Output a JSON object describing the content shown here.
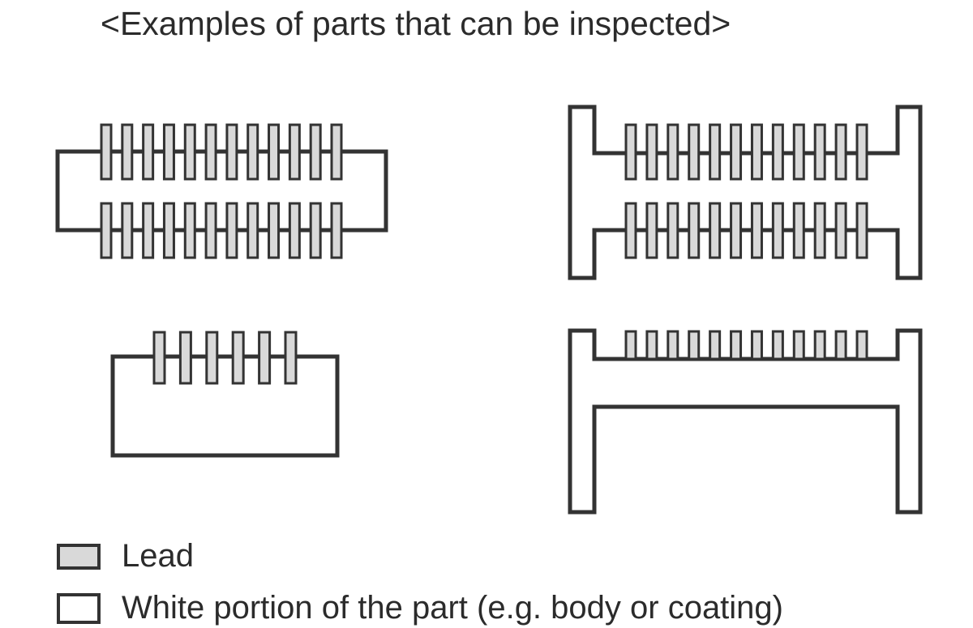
{
  "title": "<Examples of parts that can be inspected>",
  "colors": {
    "outline": "#333333",
    "lead_fill": "#d9d9d9",
    "body_fill": "#ffffff"
  },
  "parts": [
    {
      "name": "dual-row-connector",
      "leads_per_row": 12,
      "rows": 2
    },
    {
      "name": "dual-row-connector-with-flanges",
      "leads_per_row": 12,
      "rows": 2
    },
    {
      "name": "single-row-connector",
      "leads_per_row": 6,
      "rows": 1
    },
    {
      "name": "single-row-connector-with-flanges",
      "leads_per_row": 12,
      "rows": 1
    }
  ],
  "legend": [
    {
      "label": "Lead",
      "swatch": "lead"
    },
    {
      "label": "White portion of the part (e.g. body or coating)",
      "swatch": "body"
    }
  ]
}
